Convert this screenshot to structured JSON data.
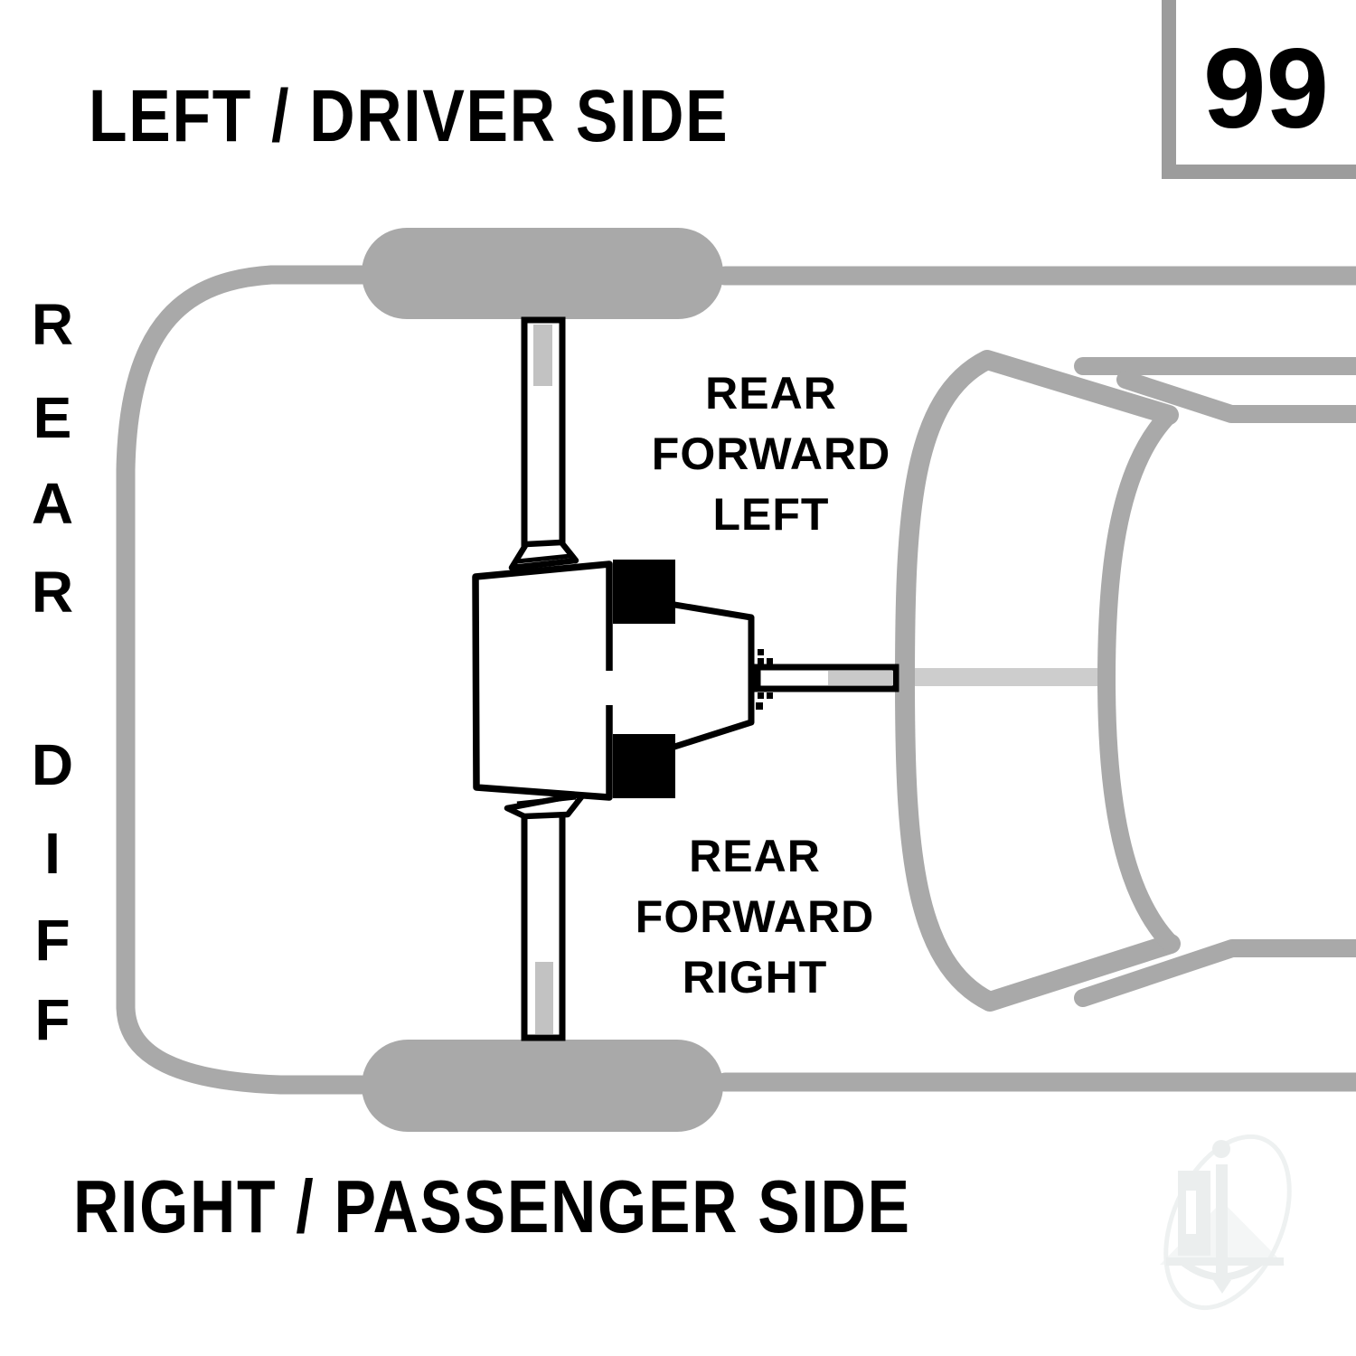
{
  "header": {
    "top_label": "LEFT / DRIVER SIDE",
    "page_number": "99"
  },
  "footer": {
    "bottom_label": "RIGHT / PASSENGER SIDE"
  },
  "left_label": {
    "text": "REAR DIFF",
    "letters": [
      "R",
      "E",
      "A",
      "R",
      "D",
      "I",
      "F",
      "F"
    ]
  },
  "mount_labels": {
    "rear_forward_left": {
      "lines": [
        "REAR",
        "FORWARD",
        "LEFT"
      ]
    },
    "rear_forward_right": {
      "lines": [
        "REAR",
        "FORWARD",
        "RIGHT"
      ]
    }
  },
  "watermark": {
    "text": "ai"
  },
  "colors": {
    "ink": "#000000",
    "body_gray": "#a9a9a9",
    "driveshaft_light_gray": "#cdcdcd",
    "shaft_inner_gray": "#c2c2c2",
    "page_box_border_gray": "#9c9c9c",
    "watermark_gray": "#eef1f1"
  }
}
